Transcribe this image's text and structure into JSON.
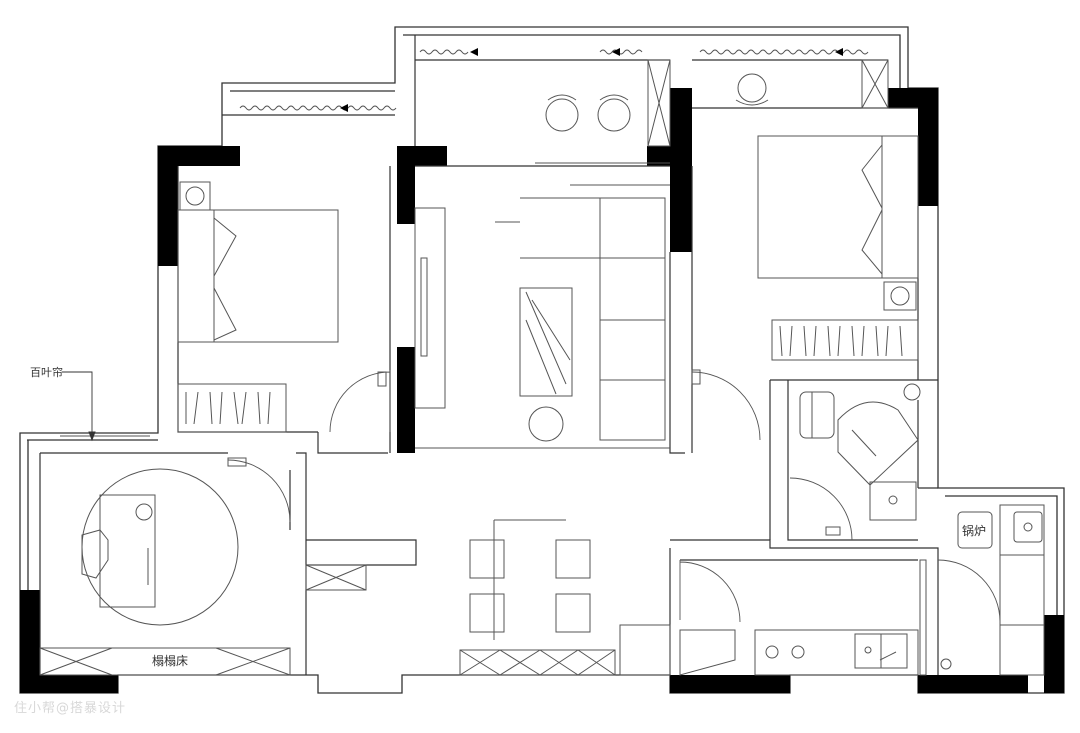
{
  "labels": {
    "blinds": "百叶帘",
    "tatami": "榻榻床",
    "boiler": "锅炉"
  },
  "watermark": "住小帮@搭暴设计",
  "colors": {
    "wall": "#000000",
    "line": "#444444",
    "background": "#ffffff"
  }
}
